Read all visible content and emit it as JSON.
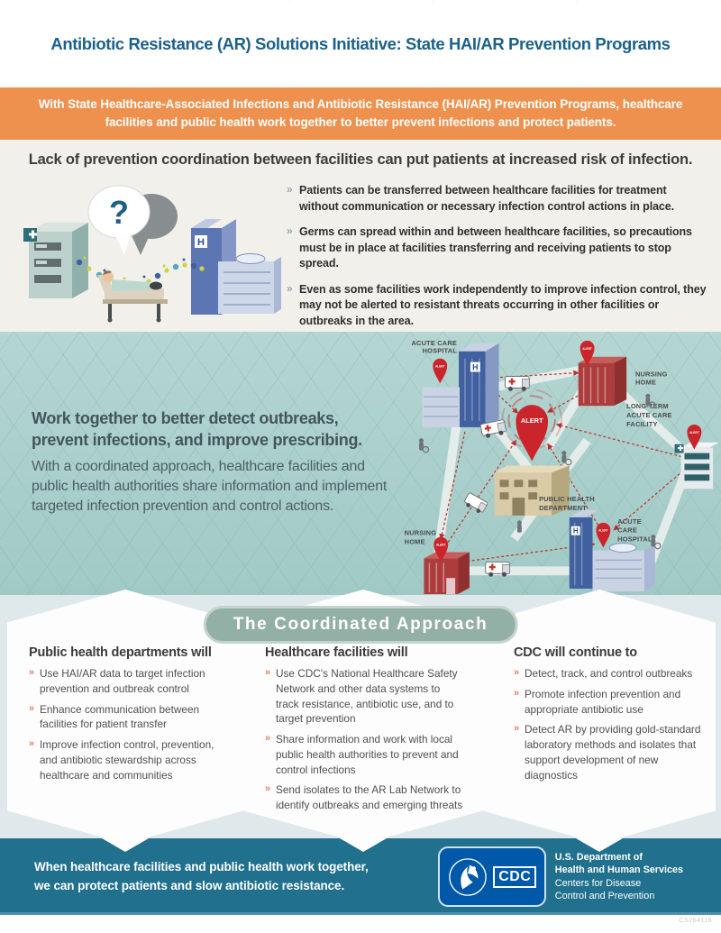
{
  "icons": {
    "chevron_bullet": "»",
    "question_mark": "?",
    "hospital_sign": "H"
  },
  "colors": {
    "title_blue": "#1b6189",
    "accent_orange": "#ef914e",
    "teal_section": "#a9cfcb",
    "pill_green": "#93b0a7",
    "alert_red": "#c9252b",
    "footer_teal": "#20708e",
    "cdc_blue": "#0058a8",
    "bullet_salmon": "#e08063"
  },
  "header": {
    "title": "Antibiotic Resistance (AR) Solutions Initiative: State HAI/AR Prevention Programs"
  },
  "intro_banner": {
    "text": "With State Healthcare-Associated Infections and Antibiotic Resistance (HAI/AR) Prevention Programs, healthcare facilities and public health work together to better prevent infections and protect patients."
  },
  "problem_section": {
    "headline": "Lack of prevention coordination between facilities can put patients at increased risk of infection.",
    "bullets": [
      "Patients can be transferred between healthcare facilities for treatment without communication or necessary infection control actions in place.",
      "Germs can spread within and between healthcare facilities, so precautions must be in place at facilities transferring and receiving patients to stop spread.",
      "Even as some facilities work independently to improve infection control, they may not be alerted to resistant threats occurring in other facilities or outbreaks in the area."
    ]
  },
  "coordination_section": {
    "heading_bold": "Work together to better detect outbreaks, prevent infections, and improve prescribing.",
    "body": "With a coordinated approach, healthcare facilities and public health authorities share information and implement targeted infection prevention and control actions.",
    "diagram": {
      "alert_label": "ALERT",
      "labels": {
        "acute_top": [
          "ACUTE CARE",
          "HOSPITAL"
        ],
        "nursing_top": [
          "NURSING",
          "HOME"
        ],
        "ltac": [
          "LONG-TERM",
          "ACUTE CARE",
          "FACILITY"
        ],
        "phd": [
          "PUBLIC HEALTH",
          "DEPARTMENT"
        ],
        "nursing_bottom": [
          "NURSING",
          "HOME"
        ],
        "acute_bottom": [
          "ACUTE",
          "CARE",
          "HOSPITAL"
        ]
      }
    }
  },
  "approach_section": {
    "banner": "The Coordinated Approach",
    "columns": [
      {
        "heading": "Public health departments will",
        "bullets": [
          "Use HAI/AR data to target infection prevention and outbreak control",
          "Enhance communication between facilities for patient transfer",
          "Improve infection control, prevention, and antibiotic stewardship across healthcare and communities"
        ]
      },
      {
        "heading": "Healthcare facilities will",
        "bullets": [
          "Use CDC's National Healthcare Safety Network and other data systems to track resistance, antibiotic use, and to target prevention",
          "Share information and work with local public health authorities to prevent and control infections",
          "Send isolates to the AR Lab Network to identify outbreaks and emerging threats"
        ]
      },
      {
        "heading": "CDC will continue to",
        "bullets": [
          "Detect, track, and control outbreaks",
          "Promote infection prevention and appropriate antibiotic use",
          "Detect AR by providing gold-standard laboratory methods and isolates that support development of new diagnostics"
        ]
      }
    ]
  },
  "footer": {
    "message_line1": "When healthcare facilities and public health work together,",
    "message_line2": "we can protect patients and slow antibiotic resistance.",
    "logo": {
      "cdc_text": "CDC",
      "dept_line1": "U.S. Department of",
      "dept_line2": "Health and Human Services",
      "org_line1": "Centers for Disease",
      "org_line2": "Control and Prevention"
    },
    "code": "CS264118"
  }
}
